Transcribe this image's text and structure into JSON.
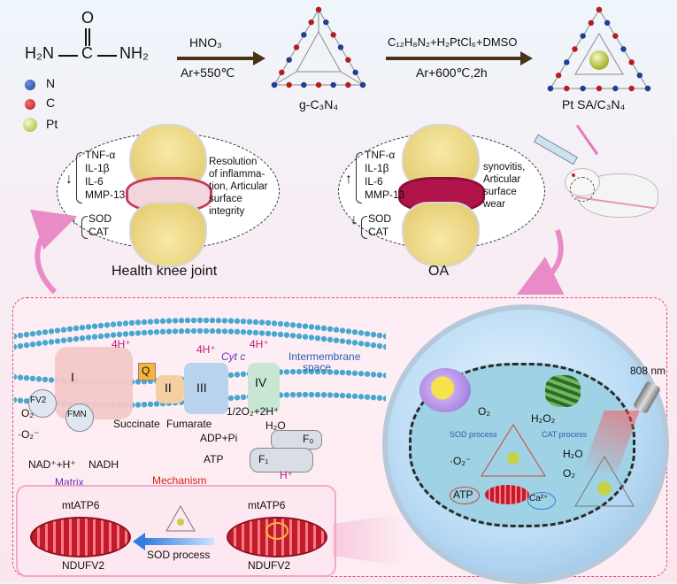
{
  "synthesis": {
    "urea": {
      "h2n_left": "H₂N",
      "carbonyl_o": "O",
      "carbon": "C",
      "nh2_right": "NH₂"
    },
    "step1": {
      "reagent": "HNO₃",
      "condition": "Ar+550℃"
    },
    "product1": "g-C₃N₄",
    "step2": {
      "reagent": "C₁₂H₈N₂+H₂PtCl₆+DMSO",
      "condition": "Ar+600℃,2h"
    },
    "product2": "Pt SA/C₃N₄"
  },
  "legend": [
    {
      "symbol": "N",
      "color": "#1f3f93"
    },
    {
      "symbol": "C",
      "color": "#b81c1c"
    },
    {
      "symbol": "Pt",
      "color": "#c6d14a"
    }
  ],
  "healthy_joint": {
    "markers_down": [
      "TNF-α",
      "IL-1β",
      "IL-6",
      "MMP-13"
    ],
    "markers_up": [
      "SOD",
      "CAT"
    ],
    "description": [
      "Resolution",
      "of inflamma-",
      "tion, Articular",
      "surface",
      "integrity"
    ],
    "label": "Health knee joint"
  },
  "oa_joint": {
    "markers_up": [
      "TNF-α",
      "IL-1β",
      "IL-6",
      "MMP-13"
    ],
    "markers_down": [
      "SOD",
      "CAT"
    ],
    "description": [
      "synovitis,",
      "Articular",
      "surface",
      "wear"
    ],
    "label": "OA"
  },
  "mechanism": {
    "title": "Mechanism",
    "complexes": [
      "I",
      "II",
      "III",
      "IV"
    ],
    "q": "Q",
    "cyt_c": "Cyt c",
    "fv2": "FV2",
    "fmn": "FMN",
    "proton_labels": [
      "4H⁺",
      "4H⁺",
      "4H⁺"
    ],
    "o2": "O₂",
    "superoxide": "·O₂⁻",
    "nadh_left": "NAD⁺+H⁺",
    "nadh": "NADH",
    "succinate": "Succinate",
    "fumarate": "Fumarate",
    "oxygen_reaction": "1/2O₂+2H⁺",
    "water": "H₂O",
    "adp": "ADP+Pi",
    "atp": "ATP",
    "f0": "F₀",
    "f1": "F₁",
    "hplus": "H⁺",
    "matrix": "Matrix",
    "intermembrane": [
      "Intermembrane",
      "space"
    ]
  },
  "mito_compare": {
    "left_top": "mtATP6",
    "left_bottom": "NDUFV2",
    "right_top": "mtATP6",
    "right_bottom": "NDUFV2",
    "process": "SOD process"
  },
  "cell": {
    "laser": "808 nm",
    "o2": "O₂",
    "h2o2": "H₂O₂",
    "sod": "SOD process",
    "cat": "CAT process",
    "superoxide": "·O₂⁻",
    "h2o": "H₂O",
    "o2b": "O₂",
    "atp": "ATP",
    "ca": "Ca²⁺"
  }
}
